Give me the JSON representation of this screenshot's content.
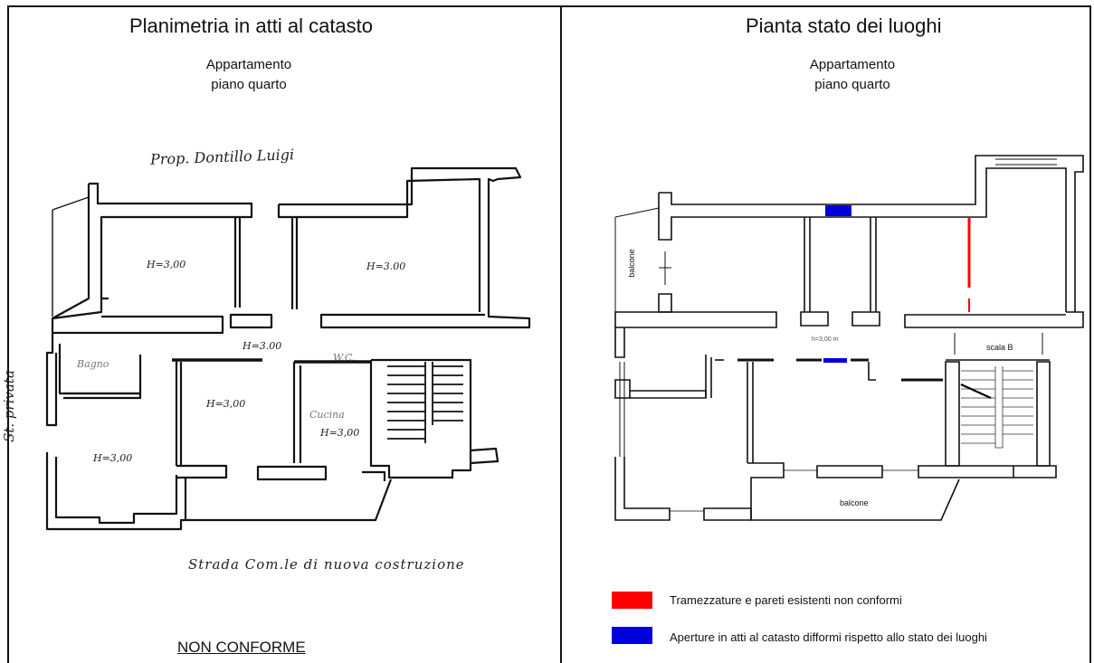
{
  "left_panel": {
    "title": "Planimetria in atti al catasto",
    "subtitle_line1": "Appartamento",
    "subtitle_line2": "piano quarto",
    "owner_note": "Prop. Dontillo Luigi",
    "side_note_1": "St. privata",
    "rooms": {
      "h1": "H=3,00",
      "h2": "H=3.00",
      "h3": "H=3.00",
      "h4": "H=3,00",
      "h5": "H=3,00",
      "h6": "H=3,00",
      "bagno": "Bagno",
      "wc": "W.C.",
      "cucina": "Cucina"
    },
    "street_note": "Strada Com.le di nuova costruzione",
    "status": "NON CONFORME"
  },
  "right_panel": {
    "title": "Pianta stato dei luoghi",
    "subtitle_line1": "Appartamento",
    "subtitle_line2": "piano quarto",
    "balcone_left": "balcone",
    "balcone_bottom": "balcone",
    "stair_label": "scala B",
    "height_note": "h=3,00 m"
  },
  "legend": {
    "items": [
      {
        "label": "Tramezzature e pareti esistenti non conformi",
        "color": "#ff0000"
      },
      {
        "label": "Aperture in atti al catasto difformi rispetto allo stato dei luoghi",
        "color": "#0000dd"
      }
    ]
  }
}
